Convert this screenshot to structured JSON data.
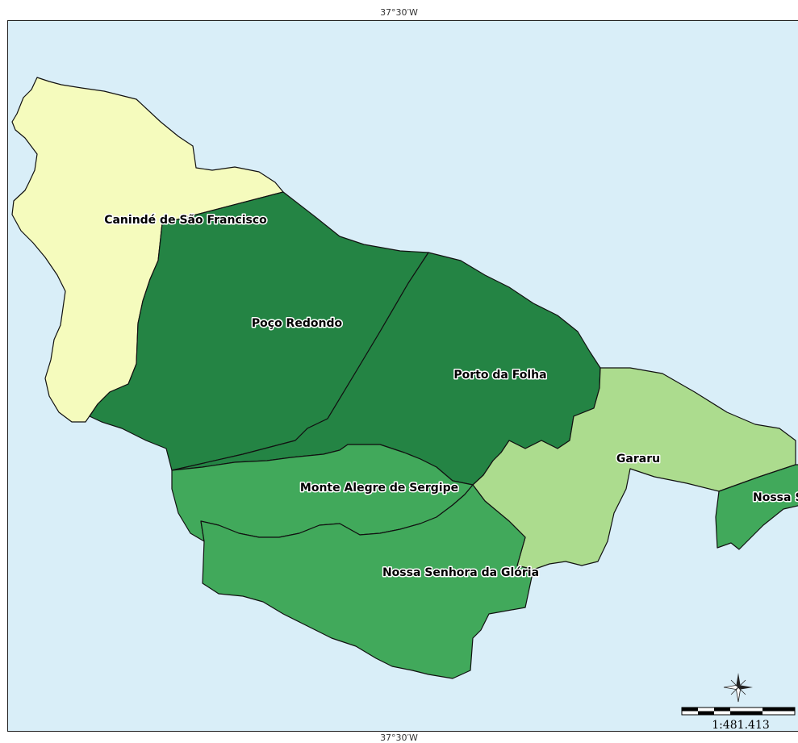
{
  "grid": {
    "top_label": "37°30′W",
    "bottom_label": "37°30′W"
  },
  "colors": {
    "water": "#d9eef8",
    "caninde": "#f5fbbd",
    "poco_redondo": "#248444",
    "porto_da_folha": "#248444",
    "gararu": "#acdc8e",
    "monte_alegre": "#41a95b",
    "nossa_senhora_gloria": "#41a95b",
    "nossa_senhora_lourdes": "#41a95b"
  },
  "municipalities": {
    "caninde": "Canindé de São Francisco",
    "poco_redondo": "Poço Redondo",
    "porto_da_folha": "Porto da Folha",
    "gararu": "Gararu",
    "monte_alegre": "Monte Alegre de Sergipe",
    "nossa_senhora_gloria": "Nossa Senhora da Glória",
    "nossa_senhora_lourdes": "Nossa S"
  },
  "scale": {
    "text": "1:481.413"
  },
  "icons": {
    "north_arrow": "compass-rose-icon"
  }
}
